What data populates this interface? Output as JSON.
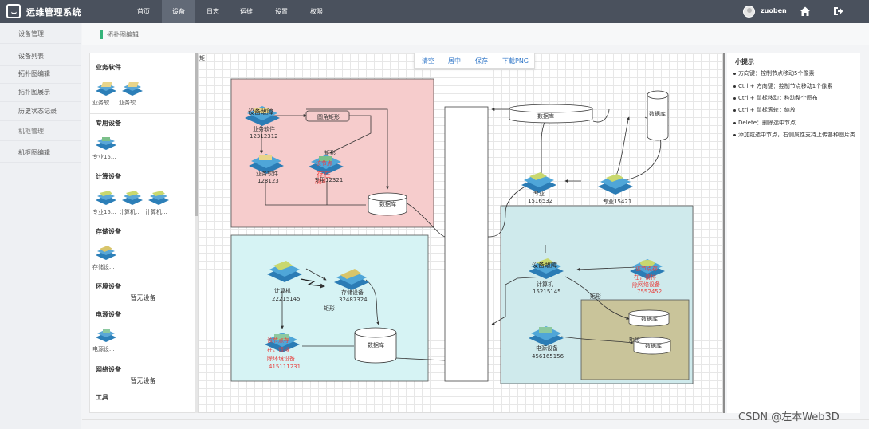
{
  "app": {
    "title": "运维管理系统",
    "username": "zuoben"
  },
  "nav": [
    {
      "label": "首页"
    },
    {
      "label": "设备"
    },
    {
      "label": "日志"
    },
    {
      "label": "运维"
    },
    {
      "label": "设置"
    },
    {
      "label": "权限"
    }
  ],
  "nav_active": "设备",
  "sidebar": {
    "items": [
      {
        "label": "设备管理"
      },
      {
        "label": "设备列表"
      },
      {
        "label": "拓扑图编辑"
      },
      {
        "label": "拓扑图展示"
      },
      {
        "label": "历史状态记录"
      },
      {
        "label": "机柜管理"
      },
      {
        "label": "机柜图编辑"
      }
    ]
  },
  "breadcrumb": {
    "current": "拓扑图编辑"
  },
  "palette": {
    "business": {
      "title": "业务软件",
      "nodes": [
        "业务软...",
        "业务软..."
      ]
    },
    "special": {
      "title": "专用设备",
      "nodes": [
        "专业15..."
      ]
    },
    "compute": {
      "title": "计算设备",
      "nodes": [
        "专业15...",
        "计算机...",
        "计算机..."
      ]
    },
    "storage": {
      "title": "存储设备",
      "nodes": [
        "存储设..."
      ]
    },
    "env": {
      "title": "环境设备",
      "empty": "暂无设备"
    },
    "power": {
      "title": "电源设备",
      "nodes": [
        "电源设..."
      ]
    },
    "network": {
      "title": "网络设备",
      "empty": "暂无设备"
    },
    "tools": {
      "title": "工具"
    }
  },
  "toolbar": {
    "clear": "清空",
    "center": "居中",
    "save": "保存",
    "download": "下载PNG"
  },
  "canvas": {
    "corner": "矩",
    "labels": {
      "fault1": "设备故障",
      "biz1_name": "业务软件",
      "biz1_id": "12312312",
      "rounded_rect": "圆角矩形",
      "rect_a": "矩形",
      "biz2_name": "业务软件",
      "biz2_id": "123123",
      "fault2a": "该节点",
      "fault2b": "存在",
      "fault2c": "故障",
      "spec_name": "专用12321",
      "db1": "数据库",
      "db_top": "数据库",
      "db_right": "数据库",
      "spec2_name": "专业",
      "spec2_id": "1516532",
      "spec3_name": "专业15421",
      "pc1_name": "计算机",
      "pc1_id": "22215145",
      "store_name": "存储设备",
      "store_id": "32487324",
      "rect_b": "矩形",
      "env_fault1": "该节点存",
      "env_fault2": "在，请排",
      "env_fault3": "除",
      "env_name": "环境设备",
      "env_id": "415111231",
      "db2": "数据库",
      "fault3": "设备故障",
      "pc2_name": "计算机",
      "pc2_id": "15215145",
      "red_a1": "该节点存",
      "red_a2": "在，请排",
      "red_a3": "除",
      "red_a_name": "网络设备",
      "red_a_id": "7552452",
      "rect_c": "矩形",
      "db3": "数据库",
      "rect_d": "矩形",
      "db4": "数据库",
      "power_name": "电源设备",
      "power_id": "456165156"
    }
  },
  "tips": {
    "title": "小提示",
    "items": [
      "方向键：控制节点移动5个像素",
      "Ctrl + 方向键：控制节点移动1个像素",
      "Ctrl + 鼠标移动：移动整个图布",
      "Ctrl + 鼠标滚轮：缩放",
      "Delete：删除选中节点",
      "添加或选中节点，右侧属性支持上传各种图片类"
    ]
  },
  "watermark": "CSDN @左本Web3D",
  "colors": {
    "topbar": "#4a515d",
    "accent": "#35b37a",
    "link": "#2f76c8",
    "fault": "#e8413f"
  }
}
